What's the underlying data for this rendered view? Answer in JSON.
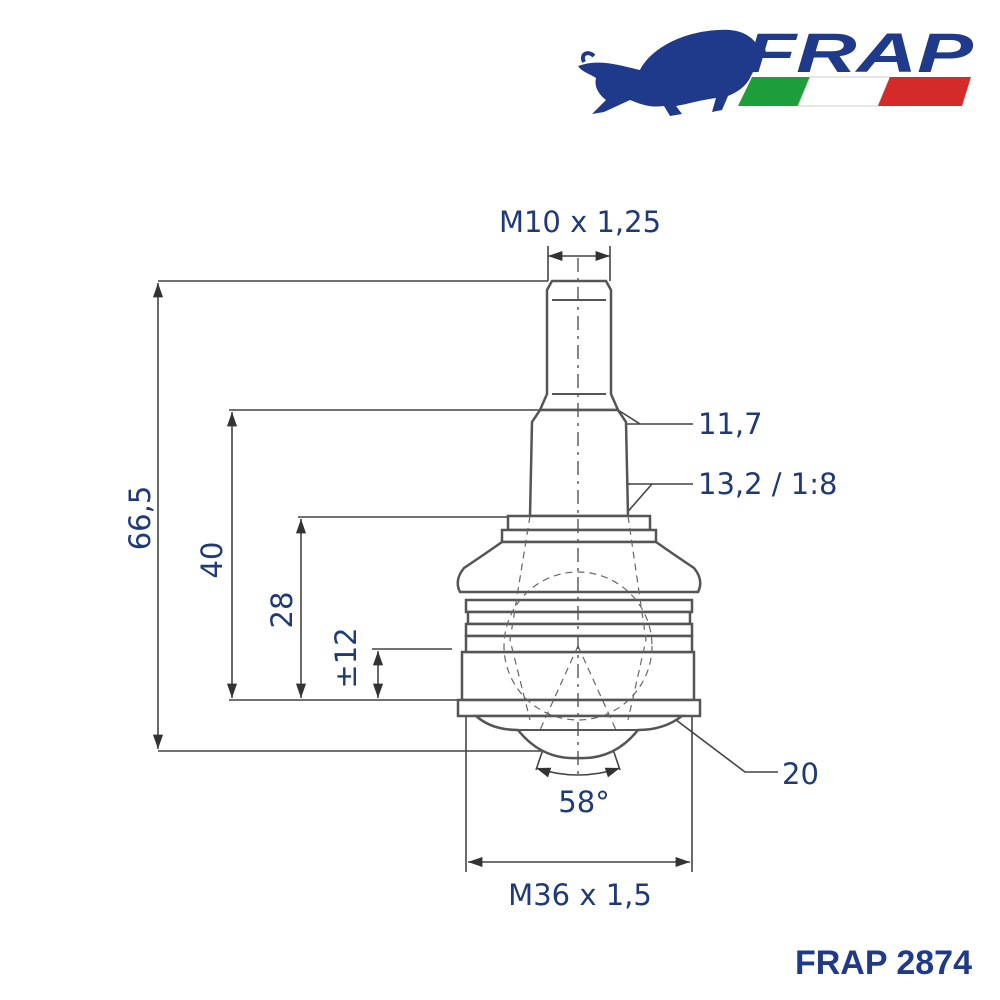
{
  "brand": {
    "logo_text": "FRAP",
    "logo_colors": {
      "navy": "#1f3a8a",
      "green": "#1e9e3a",
      "white": "#ffffff",
      "red": "#d42a2a"
    }
  },
  "part_label": "FRAP 2874",
  "dimensions": {
    "thread_top": "M10 x 1,25",
    "taper_small": "11,7",
    "taper_large": "13,2 / 1:8",
    "total_height": "66,5",
    "height_40": "40",
    "height_28": "28",
    "travel": "±12",
    "ball_size": "20",
    "angle": "58°",
    "thread_bottom": "M36 x 1,5"
  },
  "colors": {
    "text": "#1f3a7a",
    "lines": "#555555"
  }
}
